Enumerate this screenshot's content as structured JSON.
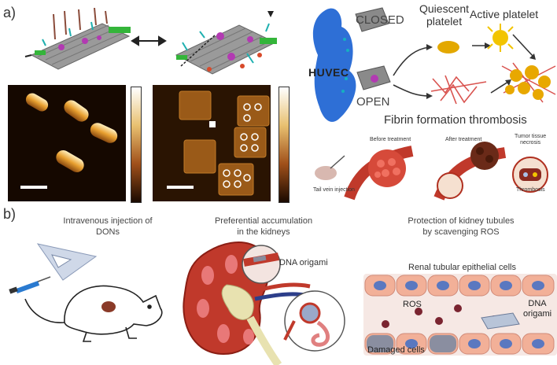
{
  "panel_a": {
    "label": "a)",
    "mechanism": {
      "closed": "CLOSED",
      "open": "OPEN",
      "huvec": "HUVEC",
      "quiescent": "Quiescent\nplatelet",
      "active": "Active platelet",
      "fibrin": "Fibrin formation thrombosis"
    },
    "treatment": {
      "before": "Before treatment",
      "after": "After treatment",
      "tumor": "Tumor tissue\nnecrosis",
      "tail": "Tail vein injection",
      "thrombosis": "Thrombosis"
    }
  },
  "panel_b": {
    "label": "b)",
    "step1": "Intravenous injection of\nDONs",
    "step2": "Preferential accumulation\nin the kidneys",
    "step3": "Protection of kidney tubules\nby scavenging ROS",
    "dna_origami": "DNA origami",
    "renal_cells": "Renal tubular epithelial cells",
    "ros": "ROS",
    "dna_origami_2": "DNA\norigami",
    "damaged": "Damaged cells"
  },
  "colors": {
    "huvec_blue": "#2e6fd6",
    "kidney_red": "#c0392b",
    "platelet_yellow": "#e8b400"
  }
}
